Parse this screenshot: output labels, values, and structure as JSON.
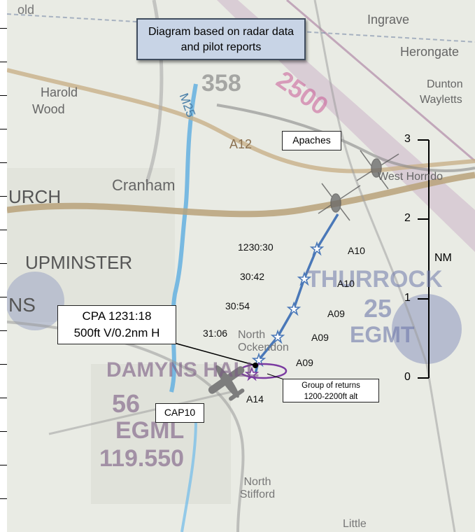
{
  "title": {
    "line1": "Diagram based on radar data",
    "line2": "and pilot reports"
  },
  "cpa": {
    "line1": "CPA 1231:18",
    "line2": "500ft V/0.2nm H"
  },
  "apaches_label": "Apaches",
  "cap10_label": "CAP10",
  "group_returns": {
    "line1": "Group of returns",
    "line2": "1200-2200ft  alt"
  },
  "track_times": [
    "1230:30",
    "30:42",
    "30:54",
    "31:06"
  ],
  "altitudes": [
    "A10",
    "A10",
    "A09",
    "A09",
    "A09",
    "A14"
  ],
  "scale": {
    "ticks": [
      "3",
      "2",
      "1",
      "0"
    ],
    "unit": "NM"
  },
  "map_labels": {
    "ingrave": "Ingrave",
    "herongate": "Herongate",
    "dunton": "Dunton",
    "wayletts": "Wayletts",
    "harold": "Harold",
    "wood": "Wood",
    "m25": "M25",
    "n358": "358",
    "n2500": "2500",
    "a12": "A12",
    "urch": "URCH",
    "cranham": "Cranham",
    "upminster": "UPMINSTER",
    "west_horndon": "West Horndo",
    "thurrock": "THURROCK",
    "n25": "25",
    "egmt": "EGMT",
    "north_ockendon": "North Ockendon",
    "damyns": "DAMYNS HALL",
    "n56": "56",
    "egml": "EGML",
    "freq": "119.550",
    "north_stifford": "North Stifford",
    "ns": "NS",
    "old": "old",
    "little": "Little"
  },
  "colors": {
    "track": "#4a78b8",
    "title_fill": "#c8d4e6",
    "group_ellipse": "#7a3aa0",
    "airway": "#b08aa8"
  }
}
